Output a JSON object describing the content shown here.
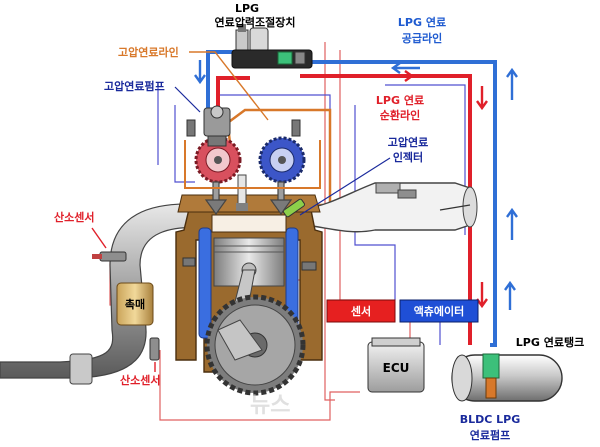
{
  "labels": {
    "pressure_regulator_line1": "LPG",
    "pressure_regulator_line2": "연료압력조절장치",
    "supply_line_line1": "LPG 연료",
    "supply_line_line2": "공급라인",
    "high_pressure_line": "고압연료라인",
    "high_pressure_pump": "고압연료펌프",
    "return_line_line1": "LPG 연료",
    "return_line_line2": "순환라인",
    "injector_line1": "고압연료",
    "injector_line2": "인젝터",
    "o2_sensor_top": "산소센서",
    "o2_sensor_bottom": "산소센서",
    "catalyst": "촉매",
    "sensor_box": "센서",
    "actuator_box": "액츄에이터",
    "ecu": "ECU",
    "fuel_tank": "LPG 연료탱크",
    "bldc_pump_line1": "BLDC LPG",
    "bldc_pump_line2": "연료펌프",
    "watermark": "뉴스"
  },
  "colors": {
    "supply_line": "#2f6fd6",
    "return_line": "#e0202a",
    "high_pressure_line": "#d8782a",
    "label_blue": "#1f5bd0",
    "label_red": "#e0202a",
    "label_orange": "#d8782a",
    "label_navy": "#1a2a9c",
    "sensor_box": "#e62020",
    "actuator_box": "#1f4fd6",
    "engine_body": "#9a6a2e",
    "metal": "#a9a9a9"
  },
  "icons": [
    "up-arrow-icon",
    "down-arrow-icon",
    "left-arrow-icon",
    "right-arrow-icon"
  ]
}
